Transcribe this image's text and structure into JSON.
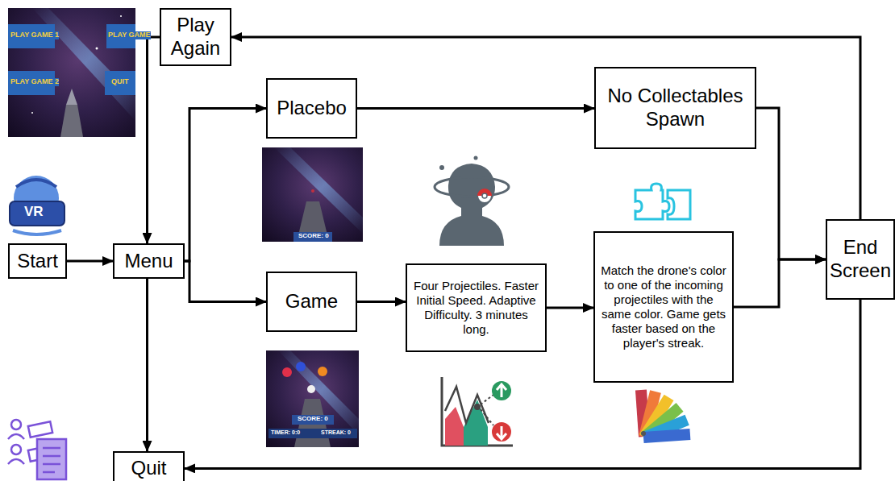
{
  "diagram": {
    "nodes": [
      {
        "text": [
          "Play Again"
        ]
      },
      {
        "text": [
          "Placebo"
        ]
      },
      {
        "text": [
          "No Collectables Spawn"
        ]
      },
      {
        "text": [
          "Start"
        ]
      },
      {
        "text": [
          "Menu"
        ]
      },
      {
        "text": [
          "Game"
        ]
      },
      {
        "text": [
          "Four Projectiles. Faster Initial Speed. Adaptive Difficulty. 3 minutes long."
        ]
      },
      {
        "text": [
          "Match the drone's color to one of the incoming projectiles with the same color. Game gets faster based on the player's streak."
        ]
      },
      {
        "text": [
          "End Screen"
        ]
      },
      {
        "text": [
          "Quit"
        ]
      }
    ],
    "edges": [
      {
        "from": 3,
        "to": 4,
        "arrow": "to"
      },
      {
        "from": 4,
        "to": 1,
        "arrow": "to"
      },
      {
        "from": 4,
        "to": 5,
        "arrow": "to"
      },
      {
        "from": 4,
        "to": 9,
        "arrow": "to"
      },
      {
        "from": 1,
        "to": 2,
        "arrow": "to"
      },
      {
        "from": 5,
        "to": 6,
        "arrow": "to"
      },
      {
        "from": 6,
        "to": 7,
        "arrow": "to"
      },
      {
        "from": 2,
        "to": 8,
        "arrow": "to"
      },
      {
        "from": 7,
        "to": 8,
        "arrow": "to"
      },
      {
        "from": 8,
        "to": 0,
        "arrow": "to"
      },
      {
        "from": 0,
        "to": 4,
        "arrow": "to"
      },
      {
        "from": 8,
        "to": 9,
        "arrow": "to"
      }
    ],
    "labels": [
      "PLAY GAME 1",
      "PLAY GAME",
      "PLAY GAME 2",
      "QUIT",
      "SCORE: 0",
      "SCORE: 0",
      "TIMER: 0:0",
      "STREAK: 0",
      "VR"
    ]
  }
}
